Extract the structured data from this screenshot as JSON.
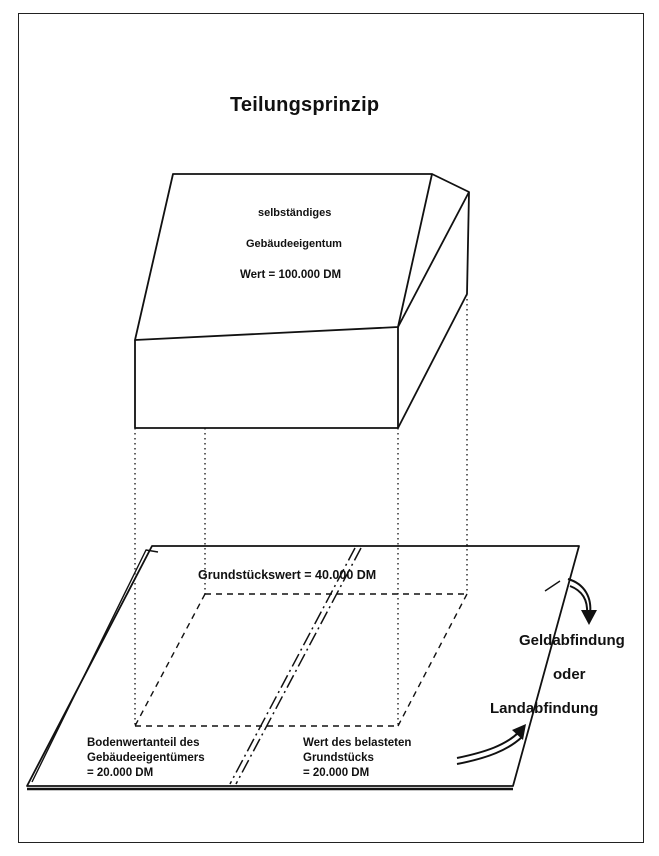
{
  "title": "Teilungsprinzip",
  "roof": {
    "line1": "selbständiges",
    "line2": "Gebäudeeigentum",
    "line3": "Wert = 100.000 DM"
  },
  "land_value": "Grundstückswert = 40.000 DM",
  "left_share": {
    "line1": "Bodenwertanteil des",
    "line2": "Gebäudeeigentümers",
    "line3": "= 20.000 DM"
  },
  "right_share": {
    "line1": "Wert des belasteten",
    "line2": "Grundstücks",
    "line3": "= 20.000 DM"
  },
  "compensation": {
    "line1": "Geldabfindung",
    "line2": "oder",
    "line3": "Landabfindung"
  }
}
